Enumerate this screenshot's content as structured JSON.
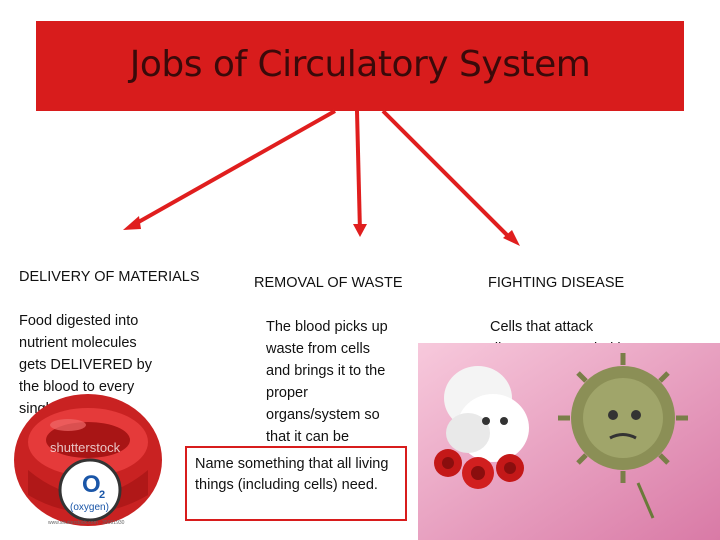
{
  "title": "Jobs of Circulatory System",
  "columns": [
    {
      "heading": "DELIVERY OF MATERIALS",
      "body": "Food digested into\nnutrient molecules\ngets DELIVERED by\nthe blood to every\nsingle cell."
    },
    {
      "heading": "REMOVAL OF WASTE",
      "body": "The blood picks up\nwaste from cells\nand brings it to the\nproper\norgans/system so\nthat it can be\nexcreted"
    },
    {
      "heading": "FIGHTING DISEASE",
      "body": "Cells that attack\ndisease are carried by\nthe blood."
    }
  ],
  "question": "Name something that all living things (including cells) need.",
  "illustrations": {
    "oxygen_badge_text": "O",
    "oxygen_sub": "2",
    "oxygen_label": "(oxygen)",
    "watermark": "shutterstock",
    "credit": "www.shutterstock.com · 35091930"
  },
  "colors": {
    "accent_red": "#d81c1c",
    "title_text": "#3a0a0a",
    "arrow_red": "#e01e1e"
  }
}
